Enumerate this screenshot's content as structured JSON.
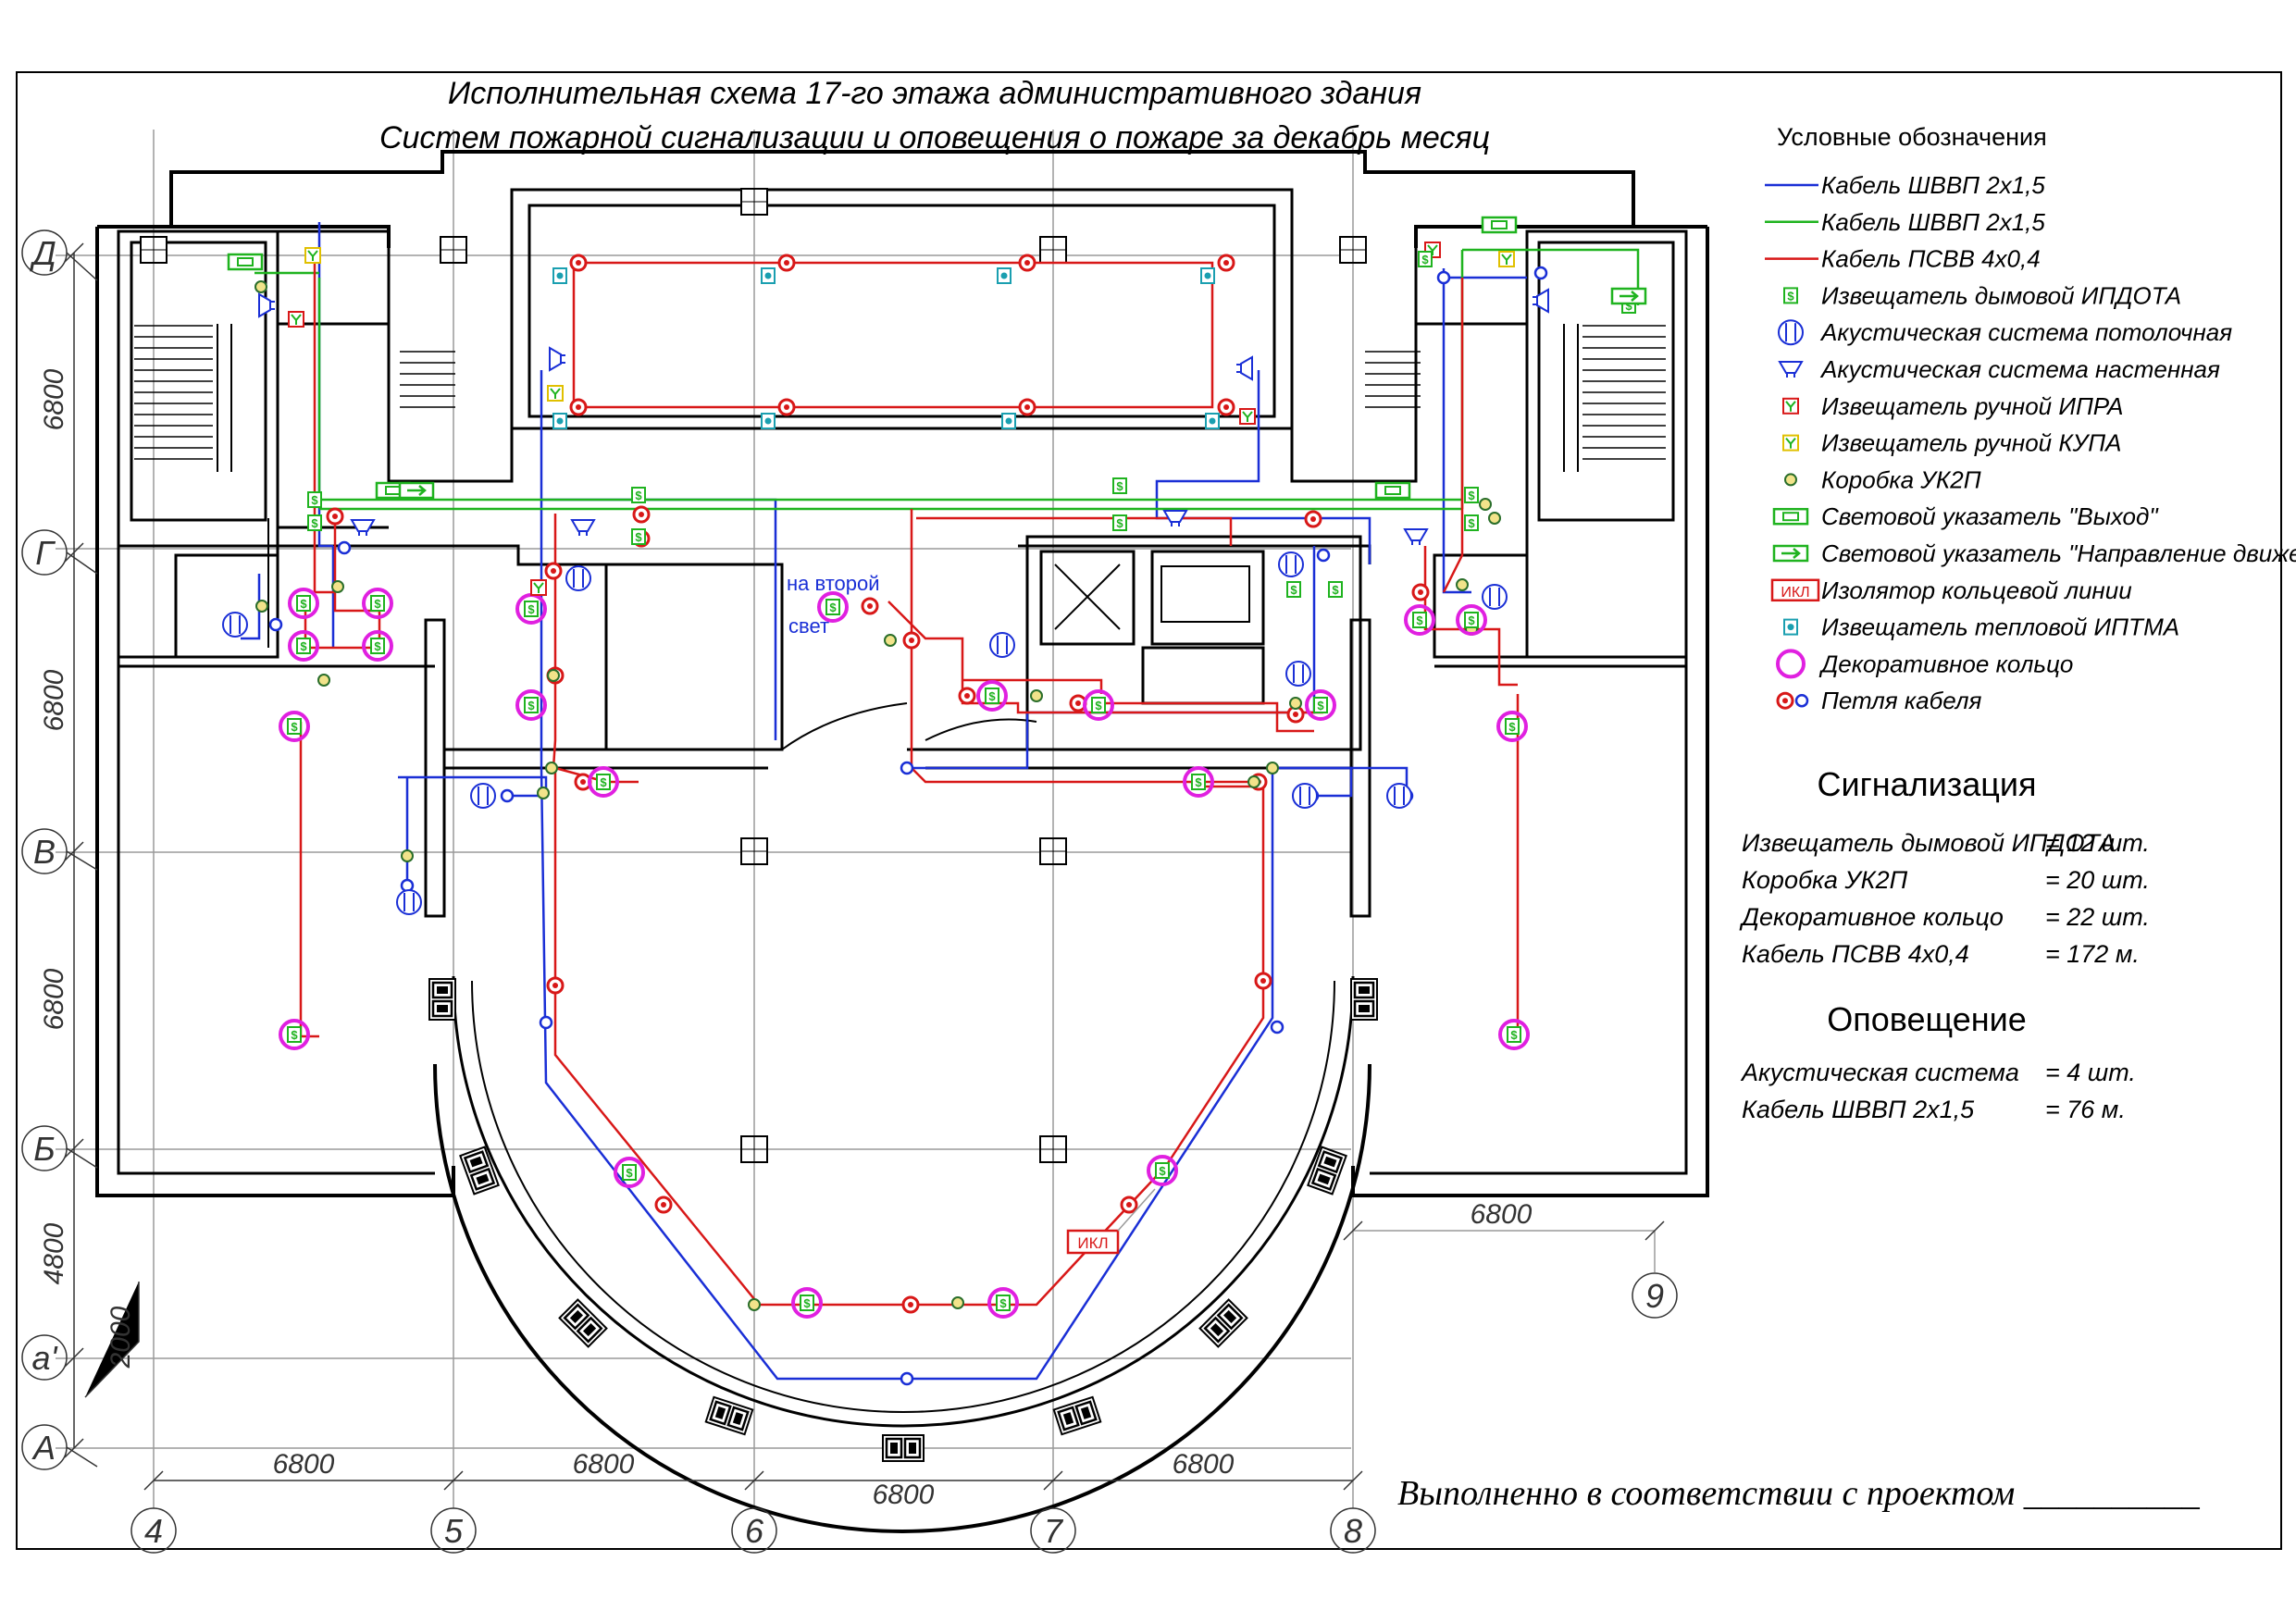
{
  "title": {
    "line1": "Исполнительная схема 17-го этажа административного здания",
    "line2": "Систем пожарной сигнализации и оповещения о пожаре за декабрь месяц"
  },
  "plan": {
    "axes_rows": [
      "Д",
      "Г",
      "В",
      "Б",
      "a'",
      "A"
    ],
    "axes_cols": [
      "4",
      "5",
      "6",
      "7",
      "8",
      "9"
    ],
    "dim_6800": "6800",
    "dim_4800": "4800",
    "dim_2000": "2000",
    "note_na": "на второй",
    "note_svet": "свет",
    "ikl_tag": "ИКЛ"
  },
  "legend": {
    "title": "Условные обозначения",
    "items": [
      {
        "label": "Кабель ШВВП 2х1,5",
        "icon": "blue-line-icon"
      },
      {
        "label": "Кабель ШВВП 2х1,5",
        "icon": "green-line-icon"
      },
      {
        "label": "Кабель ПСВВ 4х0,4",
        "icon": "red-line-icon"
      },
      {
        "label": "Извещатель дымовой ИПДОТА",
        "icon": "smoke-detector-icon"
      },
      {
        "label": "Акустическая система потолочная",
        "icon": "ceiling-speaker-icon"
      },
      {
        "label": "Акустическая система настенная",
        "icon": "wall-speaker-icon"
      },
      {
        "label": "Извещатель ручной ИПРА",
        "icon": "manual-call-point-icon"
      },
      {
        "label": "Извещатель ручной КУПА",
        "icon": "manual-kupa-icon"
      },
      {
        "label": "Коробка УК2П",
        "icon": "junction-box-icon"
      },
      {
        "label": "Световой указатель \"Выход\"",
        "icon": "exit-sign-icon"
      },
      {
        "label": "Световой указатель \"Направление движения\"",
        "icon": "direction-sign-icon"
      },
      {
        "label": "Изолятор кольцевой линии",
        "icon": "ring-isolator-icon"
      },
      {
        "label": "Извещатель тепловой ИПТМА",
        "icon": "heat-detector-icon"
      },
      {
        "label": "Декоративное кольцо",
        "icon": "decorative-ring-icon"
      },
      {
        "label": "Петля кабеля",
        "icon": "cable-loop-icon"
      }
    ],
    "ikl_text": "ИКЛ"
  },
  "summary": {
    "alarm_title": "Сигнализация",
    "alarm_rows": [
      {
        "name": "Извещатель дымовой ИПДОТА",
        "value": "= 12 шт."
      },
      {
        "name": "Коробка УК2П",
        "value": "=  20 шт."
      },
      {
        "name": "Декоративное кольцо",
        "value": "=  22 шт."
      },
      {
        "name": "Кабель ПСВВ 4х0,4",
        "value": "= 172   м."
      }
    ],
    "notify_title": "Оповещение",
    "notify_rows": [
      {
        "name": "Акустическая система",
        "value": "=   4 шт."
      },
      {
        "name": "Кабель ШВВП  2х1,5",
        "value": "= 76    м."
      }
    ]
  },
  "footer": {
    "approval": "Выполненно в соответствии с проектом __________"
  },
  "colors": {
    "blue": "#1a2fd6",
    "green": "#1fb31f",
    "red": "#d81818",
    "magenta": "#e020e0",
    "black": "#000000",
    "grey": "#9a9a9a"
  }
}
